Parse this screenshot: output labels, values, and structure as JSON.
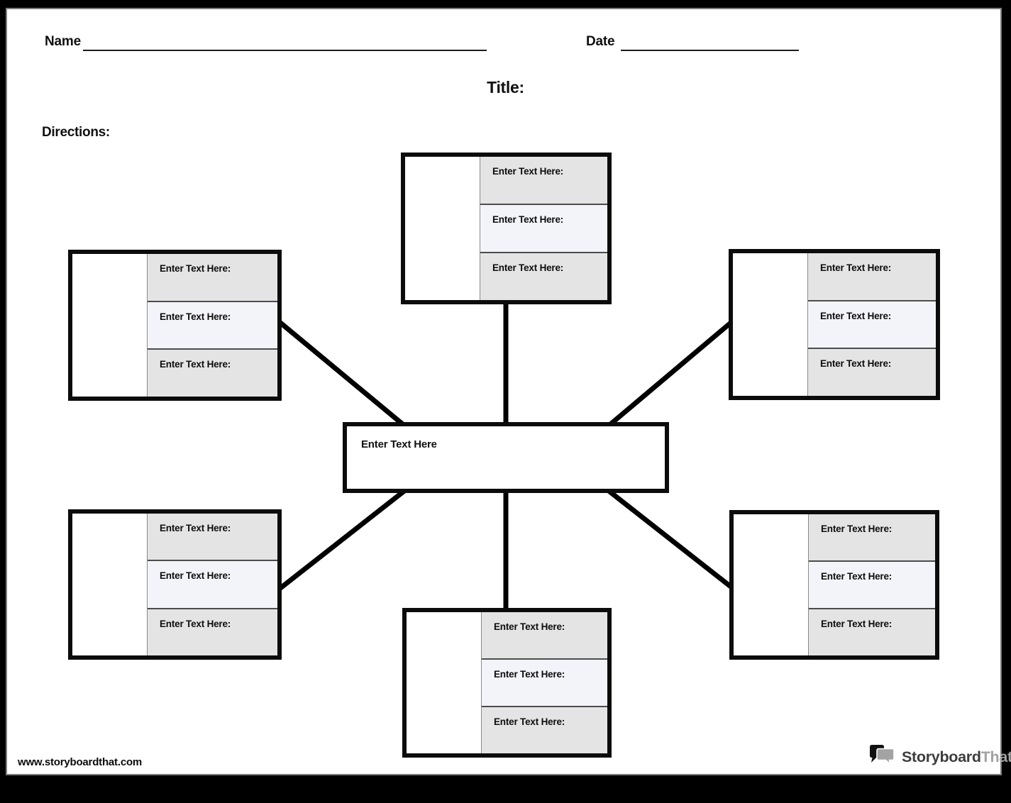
{
  "header": {
    "name_label": "Name",
    "date_label": "Date",
    "title_label": "Title:",
    "directions_label": "Directions:"
  },
  "center_box": {
    "label": "Enter Text Here"
  },
  "boxes": [
    {
      "position": "top-center",
      "cells": [
        "Enter Text Here:",
        "Enter Text Here:",
        "Enter Text Here:"
      ]
    },
    {
      "position": "top-left",
      "cells": [
        "Enter Text Here:",
        "Enter Text Here:",
        "Enter Text Here:"
      ]
    },
    {
      "position": "top-right",
      "cells": [
        "Enter Text Here:",
        "Enter Text Here:",
        "Enter Text Here:"
      ]
    },
    {
      "position": "bottom-left",
      "cells": [
        "Enter Text Here:",
        "Enter Text Here:",
        "Enter Text Here:"
      ]
    },
    {
      "position": "bottom-center",
      "cells": [
        "Enter Text Here:",
        "Enter Text Here:",
        "Enter Text Here:"
      ]
    },
    {
      "position": "bottom-right",
      "cells": [
        "Enter Text Here:",
        "Enter Text Here:",
        "Enter Text Here:"
      ]
    }
  ],
  "footer": {
    "website": "www.storyboardthat.com",
    "logo_text_primary": "Storyboard",
    "logo_text_secondary": "That"
  },
  "colors": {
    "cell_gray": "#e4e4e4",
    "cell_tint": "#f3f4fa",
    "frame_black": "#000000",
    "page_outline_gray": "#7d7d7d",
    "logo_gray": "#a3a3a3"
  }
}
